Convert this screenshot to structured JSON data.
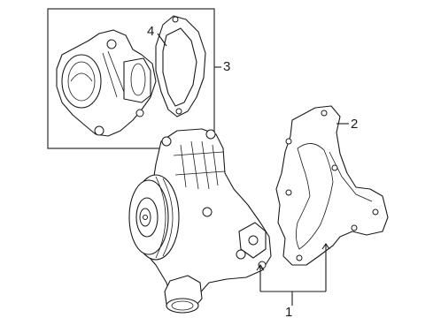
{
  "callouts": {
    "c1": "1",
    "c2": "2",
    "c3": "3",
    "c4": "4"
  },
  "parts": {
    "p1": "water-pump-assembly",
    "p2": "water-pump-gasket",
    "p3": "thermostat-housing-assembly",
    "p4": "thermostat-housing-gasket"
  }
}
